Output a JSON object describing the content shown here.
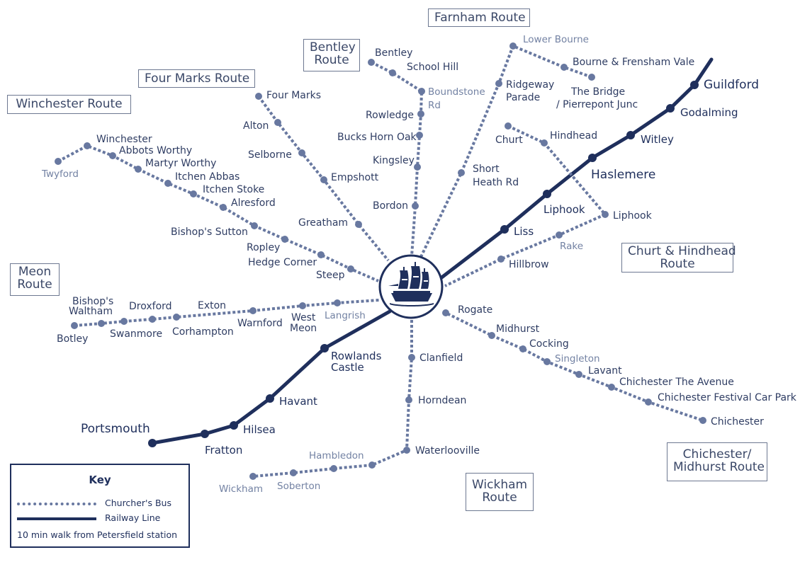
{
  "stops": {
    "lower_bourne": "Lower Bourne",
    "bourne_frensham": "Bourne & Frensham Vale",
    "the_bridge_1": "The Bridge",
    "the_bridge_2": "/ Pierrepont Junc",
    "ridgeway_1": "Ridgeway",
    "ridgeway_2": "Parade",
    "short_heath_1": "Short",
    "short_heath_2": "Heath Rd",
    "bentley": "Bentley",
    "school_hill": "School Hill",
    "boundstone_1": "Boundstone",
    "boundstone_2": "Rd",
    "rowledge": "Rowledge",
    "bucks_horn_oak": "Bucks Horn Oak",
    "kingsley": "Kingsley",
    "bordon": "Bordon",
    "four_marks": "Four Marks",
    "alton": "Alton",
    "selborne": "Selborne",
    "empshott": "Empshott",
    "greatham": "Greatham",
    "winchester": "Winchester",
    "twyford": "Twyford",
    "abbots_worthy": "Abbots Worthy",
    "martyr_worthy": "Martyr Worthy",
    "itchen_abbas": "Itchen Abbas",
    "itchen_stoke": "Itchen Stoke",
    "alresford": "Alresford",
    "bishops_sutton": "Bishop's Sutton",
    "ropley": "Ropley",
    "hedge_corner": "Hedge Corner",
    "steep": "Steep",
    "bishops_waltham_1": "Bishop's",
    "bishops_waltham_2": "Waltham",
    "droxford": "Droxford",
    "exton": "Exton",
    "botley": "Botley",
    "swanmore": "Swanmore",
    "corhampton": "Corhampton",
    "warnford": "Warnford",
    "west_meon_1": "West",
    "west_meon_2": "Meon",
    "langrish": "Langrish",
    "churt": "Churt",
    "hindhead": "Hindhead",
    "liphook_bus": "Liphook",
    "rake": "Rake",
    "hillbrow": "Hillbrow",
    "rogate": "Rogate",
    "midhurst": "Midhurst",
    "cocking": "Cocking",
    "singleton": "Singleton",
    "lavant": "Lavant",
    "chichester_avenue": "Chichester The Avenue",
    "chichester_festival": "Chichester Festival Car Park",
    "chichester": "Chichester",
    "clanfield": "Clanfield",
    "horndean": "Horndean",
    "waterlooville": "Waterlooville",
    "hambledon": "Hambledon",
    "soberton": "Soberton",
    "wickham": "Wickham"
  },
  "rail_stations": {
    "guildford": "Guildford",
    "godalming": "Godalming",
    "witley": "Witley",
    "haslemere": "Haslemere",
    "liphook": "Liphook",
    "liss": "Liss",
    "rowlands_castle_1": "Rowlands",
    "rowlands_castle_2": "Castle",
    "havant": "Havant",
    "hilsea": "Hilsea",
    "fratton": "Fratton",
    "portsmouth": "Portsmouth"
  },
  "routes": {
    "farnham": "Farnham Route",
    "bentley_1": "Bentley",
    "bentley_2": "Route",
    "four_marks": "Four Marks Route",
    "winchester": "Winchester Route",
    "meon_1": "Meon",
    "meon_2": "Route",
    "churt_hindhead_1": "Churt & Hindhead",
    "churt_hindhead_2": "Route",
    "chichester_midhurst_1": "Chichester/",
    "chichester_midhurst_2": "Midhurst Route",
    "wickham_1": "Wickham",
    "wickham_2": "Route"
  },
  "key": {
    "title": "Key",
    "bus": "Churcher's Bus",
    "rail": "Railway Line",
    "walk_note": "10 min walk from Petersfield station"
  },
  "colors": {
    "rail": "#1f2f5c",
    "bus": "#6878a0",
    "text": "#2f3d63",
    "minor_text": "#7382a3"
  },
  "icons": {
    "hub": "ship-icon"
  }
}
